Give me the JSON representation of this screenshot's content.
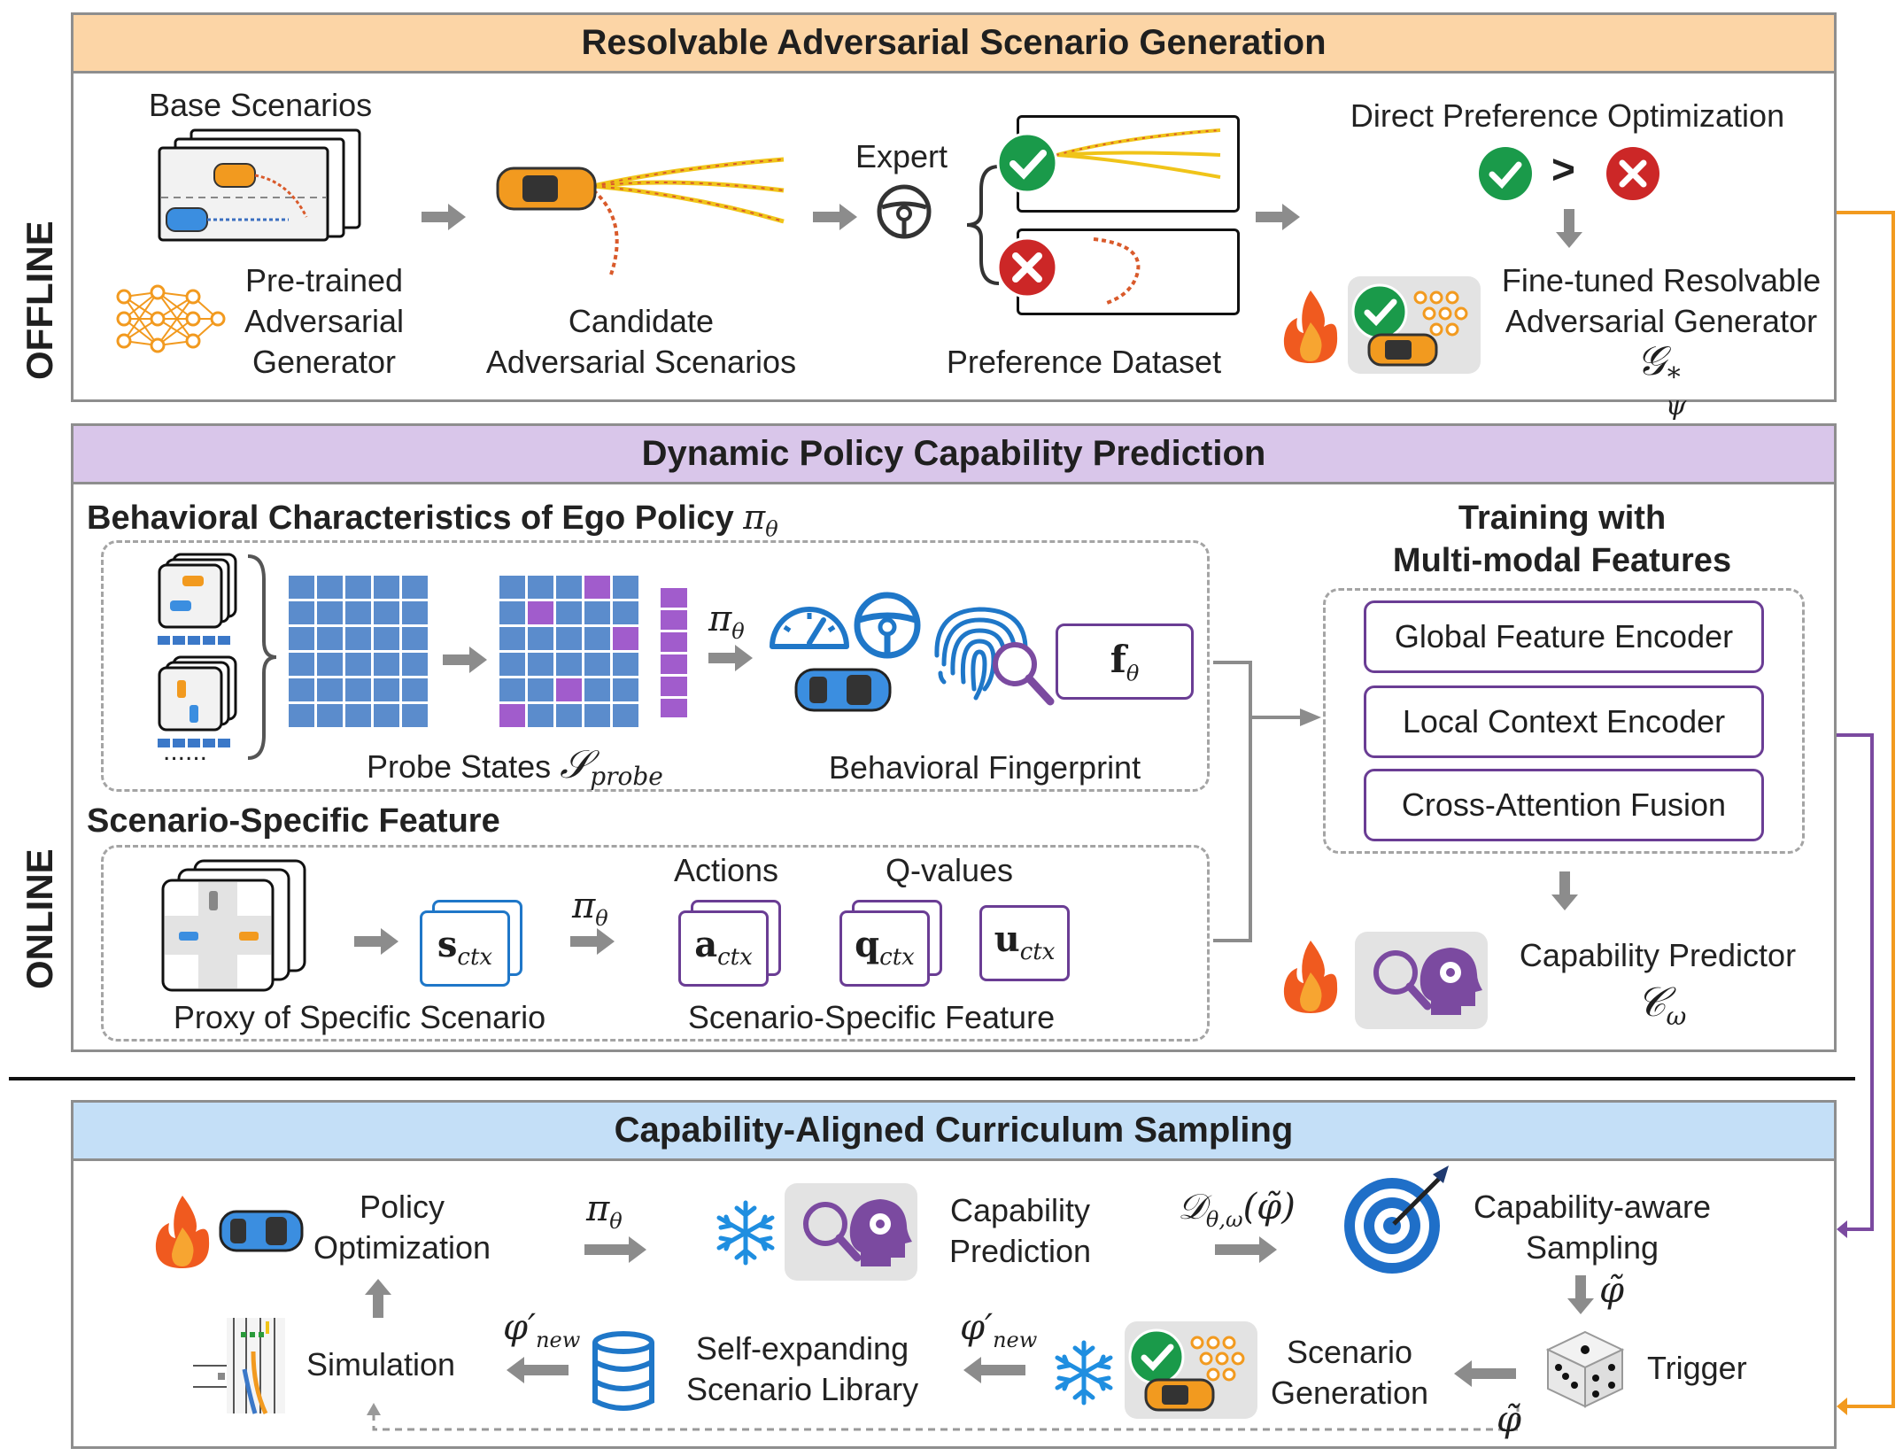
{
  "side_labels": {
    "offline": "OFFLINE",
    "online": "ONLINE"
  },
  "panel1": {
    "title": "Resolvable Adversarial Scenario Generation",
    "base_scenarios": "Base Scenarios",
    "pretrained_l1": "Pre-trained",
    "pretrained_l2": "Adversarial",
    "pretrained_l3": "Generator",
    "candidate_l1": "Candidate",
    "candidate_l2": "Adversarial Scenarios",
    "expert": "Expert",
    "preference_dataset": "Preference Dataset",
    "dpo": "Direct Preference Optimization",
    "greater": ">",
    "finetuned_l1": "Fine-tuned Resolvable",
    "finetuned_l2": "Adversarial Generator",
    "generator_symbol": "𝒢",
    "generator_sup": "*",
    "generator_sub": "ψ"
  },
  "panel2": {
    "title": "Dynamic Policy Capability Prediction",
    "behavioral_title": "Behavioral Characteristics of Ego Policy",
    "pi": "π",
    "theta": "θ",
    "ellipsis": "......",
    "probe_states": "Probe States",
    "s_probe_main": "𝒮",
    "s_probe_sub": "probe",
    "f": "f",
    "behavioral_fingerprint": "Behavioral Fingerprint",
    "scenario_specific_title": "Scenario-Specific Feature",
    "proxy": "Proxy of Specific Scenario",
    "s": "s",
    "a": "a",
    "q": "q",
    "u": "u",
    "ctx": "ctx",
    "actions": "Actions",
    "qvalues": "Q-values",
    "scenario_specific_feature": "Scenario-Specific Feature",
    "training_l1": "Training with",
    "training_l2": "Multi-modal Features",
    "global_encoder": "Global Feature Encoder",
    "local_encoder": "Local Context Encoder",
    "cross_attention": "Cross-Attention Fusion",
    "capability_predictor": "Capability Predictor",
    "c_symbol": "𝒞",
    "omega": "ω"
  },
  "panel3": {
    "title": "Capability-Aligned Curriculum Sampling",
    "policy_l1": "Policy",
    "policy_l2": "Optimization",
    "capability_prediction_l1": "Capability",
    "capability_prediction_l2": "Prediction",
    "d_symbol": "𝒟",
    "d_sub": "θ,ω",
    "d_arg": "(φ̃)",
    "capability_aware_l1": "Capability-aware",
    "capability_aware_l2": "Sampling",
    "phi_tilde": "φ̃",
    "trigger": "Trigger",
    "scenario_gen_l1": "Scenario",
    "scenario_gen_l2": "Generation",
    "phi_new": "φ′",
    "new": "new",
    "library_l1": "Self-expanding",
    "library_l2": "Scenario Library",
    "simulation": "Simulation"
  },
  "colors": {
    "orange_header": "#fcd5a6",
    "purple_header": "#d9c6ea",
    "blue_header": "#c4dff7",
    "accent_orange": "#f29a1f",
    "accent_purple": "#7b4aa0",
    "grid_blue": "#5b8ccc",
    "grid_purple": "#a15ccc",
    "icon_blue": "#1f77c8",
    "check_green": "#1a9a4a",
    "cross_red": "#cc2727"
  }
}
